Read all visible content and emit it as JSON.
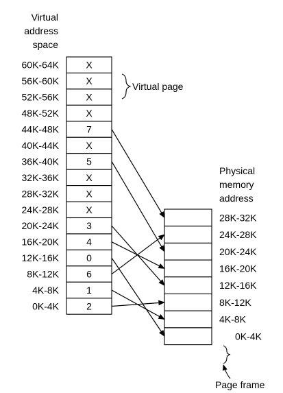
{
  "virtual_space": {
    "title_lines": [
      "Virtual",
      "address",
      "space"
    ],
    "pages": [
      {
        "range": "60K-64K",
        "value": "X"
      },
      {
        "range": "56K-60K",
        "value": "X"
      },
      {
        "range": "52K-56K",
        "value": "X"
      },
      {
        "range": "48K-52K",
        "value": "X"
      },
      {
        "range": "44K-48K",
        "value": "7"
      },
      {
        "range": "40K-44K",
        "value": "X"
      },
      {
        "range": "36K-40K",
        "value": "5"
      },
      {
        "range": "32K-36K",
        "value": "X"
      },
      {
        "range": "28K-32K",
        "value": "X"
      },
      {
        "range": "24K-28K",
        "value": "X"
      },
      {
        "range": "20K-24K",
        "value": "3"
      },
      {
        "range": "16K-20K",
        "value": "4"
      },
      {
        "range": "12K-16K",
        "value": "0"
      },
      {
        "range": "8K-12K",
        "value": "6"
      },
      {
        "range": "4K-8K",
        "value": "1"
      },
      {
        "range": "0K-4K",
        "value": "2"
      }
    ],
    "virtual_page_label": "Virtual page"
  },
  "physical_memory": {
    "title_lines": [
      "Physical",
      "memory",
      "address"
    ],
    "frames": [
      "28K-32K",
      "24K-28K",
      "20K-24K",
      "16K-20K",
      "12K-16K",
      "8K-12K",
      "4K-8K",
      "0K-4K"
    ],
    "page_frame_label": "Page frame"
  },
  "colors": {
    "line": "#000000",
    "background": "#ffffff"
  }
}
